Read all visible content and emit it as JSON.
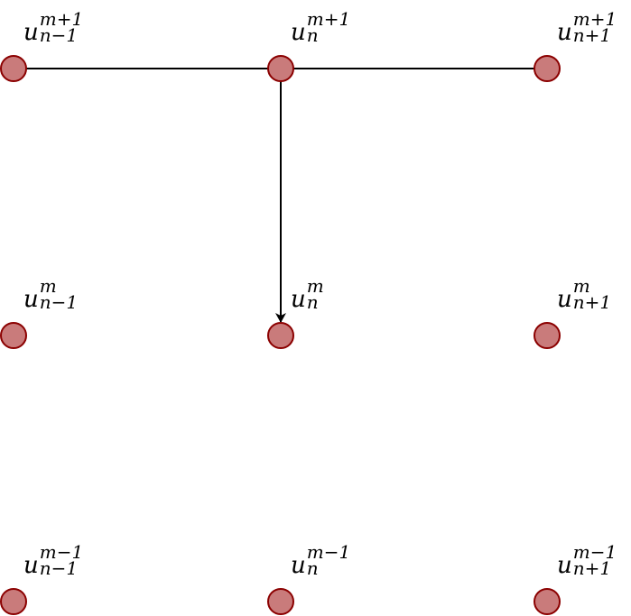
{
  "colors": {
    "node_fill": "#c97b7b",
    "node_stroke": "#8b0000",
    "edge": "#000000"
  },
  "nodes": [
    {
      "id": "n-1_m+1",
      "row": 0,
      "col": 0,
      "base": "u",
      "sup": "m+1",
      "sub": "n−1"
    },
    {
      "id": "n_m+1",
      "row": 0,
      "col": 1,
      "base": "u",
      "sup": "m+1",
      "sub": "n"
    },
    {
      "id": "n+1_m+1",
      "row": 0,
      "col": 2,
      "base": "u",
      "sup": "m+1",
      "sub": "n+1"
    },
    {
      "id": "n-1_m",
      "row": 1,
      "col": 0,
      "base": "u",
      "sup": "m",
      "sub": "n−1"
    },
    {
      "id": "n_m",
      "row": 1,
      "col": 1,
      "base": "u",
      "sup": "m",
      "sub": "n"
    },
    {
      "id": "n+1_m",
      "row": 1,
      "col": 2,
      "base": "u",
      "sup": "m",
      "sub": "n+1"
    },
    {
      "id": "n-1_m-1",
      "row": 2,
      "col": 0,
      "base": "u",
      "sup": "m−1",
      "sub": "n−1"
    },
    {
      "id": "n_m-1",
      "row": 2,
      "col": 1,
      "base": "u",
      "sup": "m−1",
      "sub": "n"
    },
    {
      "id": "n+1_m-1",
      "row": 2,
      "col": 2,
      "base": "u",
      "sup": "m−1",
      "sub": "n+1"
    }
  ],
  "edges": [
    {
      "from": "n-1_m+1",
      "to": "n_m+1",
      "arrow": false
    },
    {
      "from": "n_m+1",
      "to": "n+1_m+1",
      "arrow": false
    },
    {
      "from": "n_m+1",
      "to": "n_m",
      "arrow": true
    }
  ]
}
